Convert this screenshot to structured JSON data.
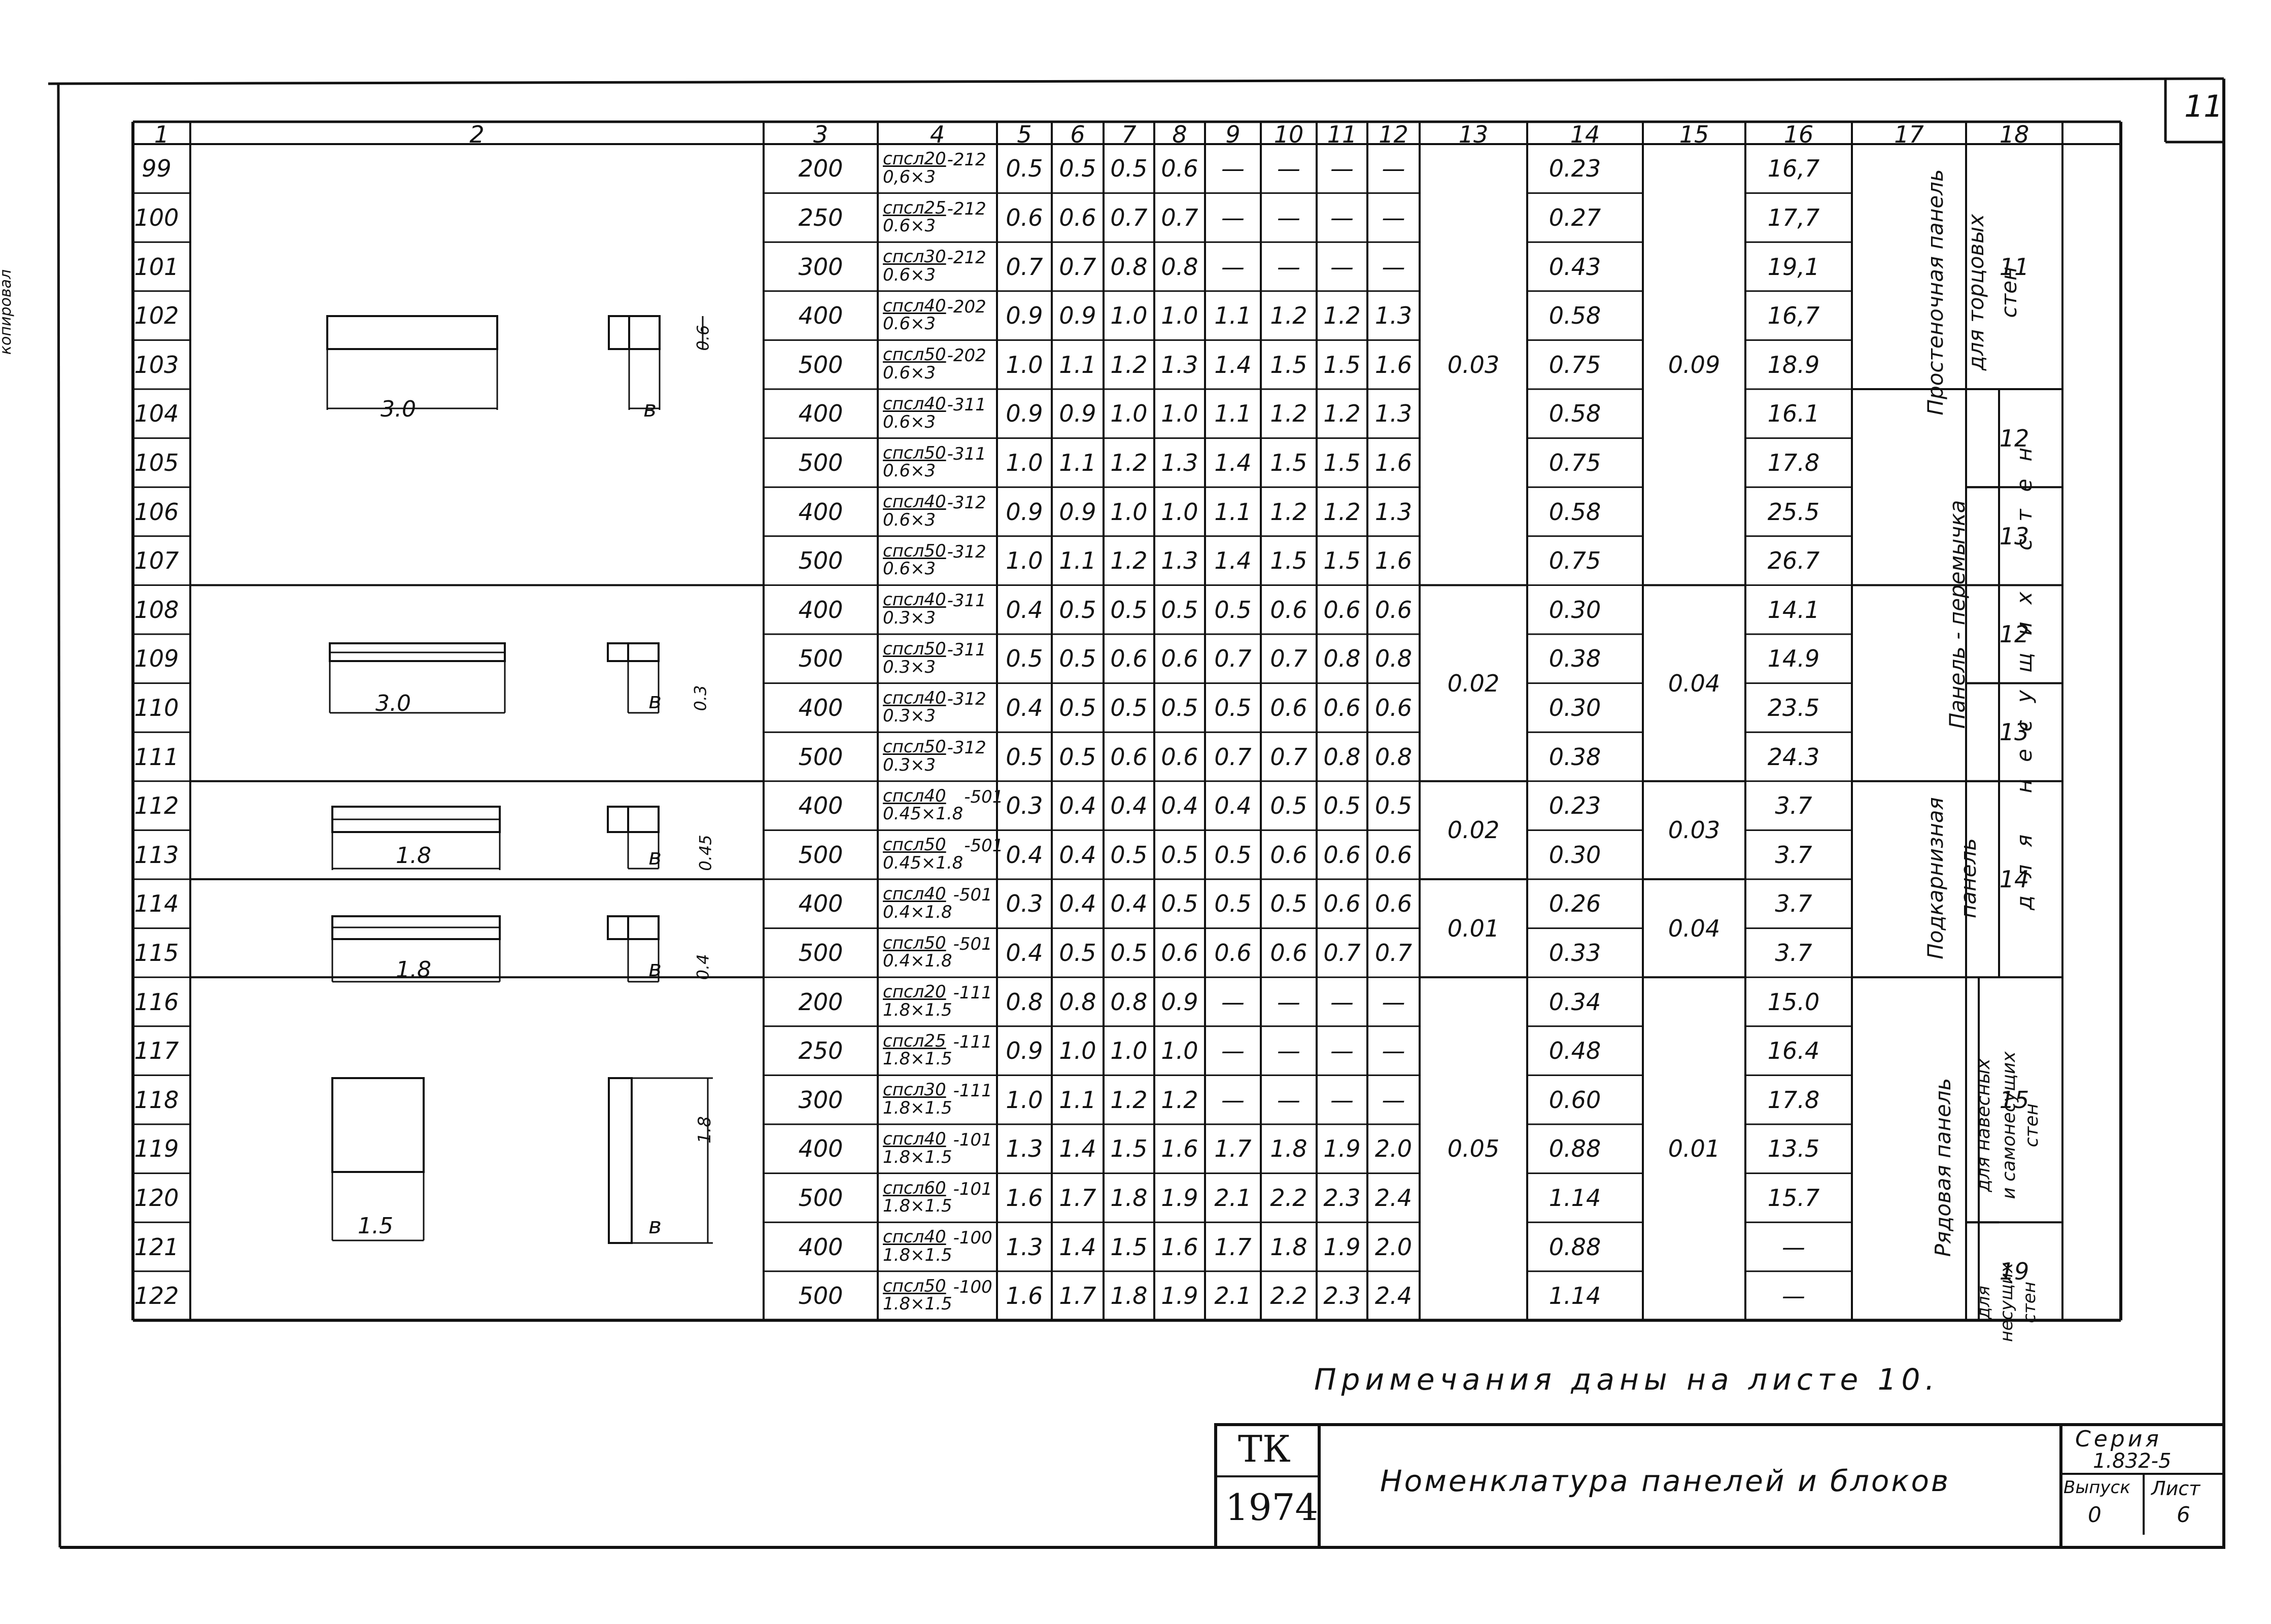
{
  "page_number": "11",
  "margin_note": "копировал",
  "column_headers": [
    "1",
    "2",
    "3",
    "4",
    "5",
    "6",
    "7",
    "8",
    "9",
    "10",
    "11",
    "12",
    "13",
    "14",
    "15",
    "16",
    "17",
    "18"
  ],
  "rows": [
    {
      "n": "99",
      "l": "200",
      "mk": "спсл20",
      "dm": "0,6×3",
      "sf": "-212",
      "v": [
        "0.5",
        "0.5",
        "0.5",
        "0.6",
        "—",
        "—",
        "—",
        "—"
      ],
      "c14": "0.23",
      "c16": "16,7"
    },
    {
      "n": "100",
      "l": "250",
      "mk": "спсл25",
      "dm": "0.6×3",
      "sf": "-212",
      "v": [
        "0.6",
        "0.6",
        "0.7",
        "0.7",
        "—",
        "—",
        "—",
        "—"
      ],
      "c14": "0.27",
      "c16": "17,7"
    },
    {
      "n": "101",
      "l": "300",
      "mk": "спсл30",
      "dm": "0.6×3",
      "sf": "-212",
      "v": [
        "0.7",
        "0.7",
        "0.8",
        "0.8",
        "—",
        "—",
        "—",
        "—"
      ],
      "c14": "0.43",
      "c16": "19,1"
    },
    {
      "n": "102",
      "l": "400",
      "mk": "спсл40",
      "dm": "0.6×3",
      "sf": "-202",
      "v": [
        "0.9",
        "0.9",
        "1.0",
        "1.0",
        "1.1",
        "1.2",
        "1.2",
        "1.3"
      ],
      "c14": "0.58",
      "c16": "16,7"
    },
    {
      "n": "103",
      "l": "500",
      "mk": "спсл50",
      "dm": "0.6×3",
      "sf": "-202",
      "v": [
        "1.0",
        "1.1",
        "1.2",
        "1.3",
        "1.4",
        "1.5",
        "1.5",
        "1.6"
      ],
      "c14": "0.75",
      "c16": "18.9"
    },
    {
      "n": "104",
      "l": "400",
      "mk": "спсл40",
      "dm": "0.6×3",
      "sf": "-311",
      "v": [
        "0.9",
        "0.9",
        "1.0",
        "1.0",
        "1.1",
        "1.2",
        "1.2",
        "1.3"
      ],
      "c14": "0.58",
      "c16": "16.1"
    },
    {
      "n": "105",
      "l": "500",
      "mk": "спсл50",
      "dm": "0.6×3",
      "sf": "-311",
      "v": [
        "1.0",
        "1.1",
        "1.2",
        "1.3",
        "1.4",
        "1.5",
        "1.5",
        "1.6"
      ],
      "c14": "0.75",
      "c16": "17.8"
    },
    {
      "n": "106",
      "l": "400",
      "mk": "спсл40",
      "dm": "0.6×3",
      "sf": "-312",
      "v": [
        "0.9",
        "0.9",
        "1.0",
        "1.0",
        "1.1",
        "1.2",
        "1.2",
        "1.3"
      ],
      "c14": "0.58",
      "c16": "25.5"
    },
    {
      "n": "107",
      "l": "500",
      "mk": "спсл50",
      "dm": "0.6×3",
      "sf": "-312",
      "v": [
        "1.0",
        "1.1",
        "1.2",
        "1.3",
        "1.4",
        "1.5",
        "1.5",
        "1.6"
      ],
      "c14": "0.75",
      "c16": "26.7"
    },
    {
      "n": "108",
      "l": "400",
      "mk": "спсл40",
      "dm": "0.3×3",
      "sf": "-311",
      "v": [
        "0.4",
        "0.5",
        "0.5",
        "0.5",
        "0.5",
        "0.6",
        "0.6",
        "0.6"
      ],
      "c14": "0.30",
      "c16": "14.1"
    },
    {
      "n": "109",
      "l": "500",
      "mk": "спсл50",
      "dm": "0.3×3",
      "sf": "-311",
      "v": [
        "0.5",
        "0.5",
        "0.6",
        "0.6",
        "0.7",
        "0.7",
        "0.8",
        "0.8"
      ],
      "c14": "0.38",
      "c16": "14.9"
    },
    {
      "n": "110",
      "l": "400",
      "mk": "спсл40",
      "dm": "0.3×3",
      "sf": "-312",
      "v": [
        "0.4",
        "0.5",
        "0.5",
        "0.5",
        "0.5",
        "0.6",
        "0.6",
        "0.6"
      ],
      "c14": "0.30",
      "c16": "23.5"
    },
    {
      "n": "111",
      "l": "500",
      "mk": "спсл50",
      "dm": "0.3×3",
      "sf": "-312",
      "v": [
        "0.5",
        "0.5",
        "0.6",
        "0.6",
        "0.7",
        "0.7",
        "0.8",
        "0.8"
      ],
      "c14": "0.38",
      "c16": "24.3"
    },
    {
      "n": "112",
      "l": "400",
      "mk": "спсл40",
      "dm": "0.45×1.8",
      "sf": "-501",
      "v": [
        "0.3",
        "0.4",
        "0.4",
        "0.4",
        "0.4",
        "0.5",
        "0.5",
        "0.5"
      ],
      "c14": "0.23",
      "c16": "3.7"
    },
    {
      "n": "113",
      "l": "500",
      "mk": "спсл50",
      "dm": "0.45×1.8",
      "sf": "-501",
      "v": [
        "0.4",
        "0.4",
        "0.5",
        "0.5",
        "0.5",
        "0.6",
        "0.6",
        "0.6"
      ],
      "c14": "0.30",
      "c16": "3.7"
    },
    {
      "n": "114",
      "l": "400",
      "mk": "спсл40",
      "dm": "0.4×1.8",
      "sf": "-501",
      "v": [
        "0.3",
        "0.4",
        "0.4",
        "0.5",
        "0.5",
        "0.5",
        "0.6",
        "0.6"
      ],
      "c14": "0.26",
      "c16": "3.7"
    },
    {
      "n": "115",
      "l": "500",
      "mk": "спсл50",
      "dm": "0.4×1.8",
      "sf": "-501",
      "v": [
        "0.4",
        "0.5",
        "0.5",
        "0.6",
        "0.6",
        "0.6",
        "0.7",
        "0.7"
      ],
      "c14": "0.33",
      "c16": "3.7"
    },
    {
      "n": "116",
      "l": "200",
      "mk": "спсл20",
      "dm": "1.8×1.5",
      "sf": "-111",
      "v": [
        "0.8",
        "0.8",
        "0.8",
        "0.9",
        "—",
        "—",
        "—",
        "—"
      ],
      "c14": "0.34",
      "c16": "15.0"
    },
    {
      "n": "117",
      "l": "250",
      "mk": "спсл25",
      "dm": "1.8×1.5",
      "sf": "-111",
      "v": [
        "0.9",
        "1.0",
        "1.0",
        "1.0",
        "—",
        "—",
        "—",
        "—"
      ],
      "c14": "0.48",
      "c16": "16.4"
    },
    {
      "n": "118",
      "l": "300",
      "mk": "спсл30",
      "dm": "1.8×1.5",
      "sf": "-111",
      "v": [
        "1.0",
        "1.1",
        "1.2",
        "1.2",
        "—",
        "—",
        "—",
        "—"
      ],
      "c14": "0.60",
      "c16": "17.8"
    },
    {
      "n": "119",
      "l": "400",
      "mk": "спсл40",
      "dm": "1.8×1.5",
      "sf": "-101",
      "v": [
        "1.3",
        "1.4",
        "1.5",
        "1.6",
        "1.7",
        "1.8",
        "1.9",
        "2.0"
      ],
      "c14": "0.88",
      "c16": "13.5"
    },
    {
      "n": "120",
      "l": "500",
      "mk": "спсл60",
      "dm": "1.8×1.5",
      "sf": "-101",
      "v": [
        "1.6",
        "1.7",
        "1.8",
        "1.9",
        "2.1",
        "2.2",
        "2.3",
        "2.4"
      ],
      "c14": "1.14",
      "c16": "15.7"
    },
    {
      "n": "121",
      "l": "400",
      "mk": "спсл40",
      "dm": "1.8×1.5",
      "sf": "-100",
      "v": [
        "1.3",
        "1.4",
        "1.5",
        "1.6",
        "1.7",
        "1.8",
        "1.9",
        "2.0"
      ],
      "c14": "0.88",
      "c16": "—"
    },
    {
      "n": "122",
      "l": "500",
      "mk": "спсл50",
      "dm": "1.8×1.5",
      "sf": "-100",
      "v": [
        "1.6",
        "1.7",
        "1.8",
        "1.9",
        "2.1",
        "2.2",
        "2.3",
        "2.4"
      ],
      "c14": "1.14",
      "c16": "—"
    }
  ],
  "col13_groups": [
    {
      "text": "0.03",
      "rows": [
        99,
        107
      ]
    },
    {
      "text": "0.02",
      "rows": [
        108,
        111
      ]
    },
    {
      "text": "0.02",
      "rows": [
        112,
        113
      ]
    },
    {
      "text": "0.01",
      "rows": [
        114,
        115
      ]
    },
    {
      "text": "0.05",
      "rows": [
        116,
        122
      ]
    }
  ],
  "col15_groups": [
    {
      "text": "0.09",
      "rows": [
        99,
        107
      ]
    },
    {
      "text": "0.04",
      "rows": [
        108,
        111
      ]
    },
    {
      "text": "0.03",
      "rows": [
        112,
        113
      ]
    },
    {
      "text": "0.04",
      "rows": [
        114,
        115
      ]
    },
    {
      "text": "0.01",
      "rows": [
        116,
        122
      ]
    }
  ],
  "col18_groups": [
    {
      "text": "11",
      "rows": [
        99,
        103
      ]
    },
    {
      "text": "12",
      "rows": [
        104,
        105
      ]
    },
    {
      "text": "13",
      "rows": [
        106,
        107
      ]
    },
    {
      "text": "12",
      "rows": [
        108,
        109
      ]
    },
    {
      "text": "13",
      "rows": [
        110,
        111
      ]
    },
    {
      "text": "14",
      "rows": [
        112,
        115
      ]
    },
    {
      "text": "15",
      "rows": [
        116,
        120
      ]
    },
    {
      "text": "19",
      "rows": [
        121,
        122
      ]
    }
  ],
  "col17_labels": {
    "g1": [
      "Простеночная панель",
      "для торцовых",
      "стен"
    ],
    "g2": "Панель - перемычка",
    "g3": [
      "Подкарнизная",
      "панель"
    ],
    "g4": "Рядовая панель",
    "g5": [
      "для навесных",
      "и самонесущих",
      "стен"
    ],
    "g6": [
      "для",
      "несущих",
      "стен"
    ],
    "load": "для несущих стен"
  },
  "sketch_dims": {
    "s1_len": "3.0",
    "s1_h": "0.6",
    "s1_w": "в",
    "s2_len": "3.0",
    "s2_h": "0.3",
    "s2_w": "в",
    "s3_len": "1.8",
    "s3_h": "0.45",
    "s3_w": "в",
    "s4_len": "1.8",
    "s4_h": "0.4",
    "s4_w": "в",
    "s5_len": "1.5",
    "s5_h": "1.8",
    "s5_w": "в"
  },
  "note": "Примечания даны на листе 10.",
  "title_block": {
    "tk": "ТК",
    "year": "1974",
    "title": "Номенклатура панелей и блоков",
    "series_label": "Серия",
    "series_value": "1.832-5",
    "issue_label": "Выпуск",
    "issue_value": "0",
    "sheet_label": "Лист",
    "sheet_value": "6"
  }
}
